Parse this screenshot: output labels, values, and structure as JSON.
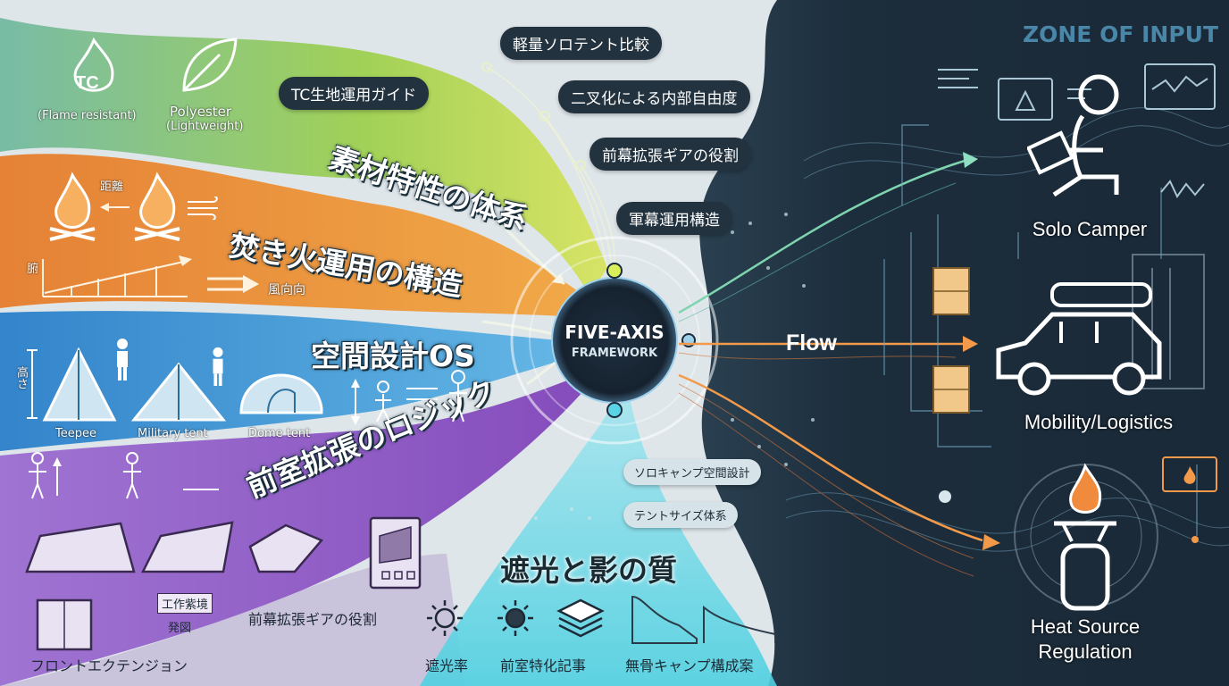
{
  "header": {
    "zone_title": "ZONE OF INPUT"
  },
  "center": {
    "title_line1": "FIVE-AXIS",
    "title_line2": "FRAMEWORK",
    "flow_label": "Flow"
  },
  "axes": [
    {
      "label": "素材特性の体系"
    },
    {
      "label": "焚き火運用の構造"
    },
    {
      "label": "空間設計OS"
    },
    {
      "label": "前室拡張のロジック"
    },
    {
      "label": "遮光と影の質"
    }
  ],
  "pills_top": [
    {
      "text": "軽量ソロテント比較"
    },
    {
      "text": "TC生地運用ガイド"
    },
    {
      "text": "二叉化による内部自由度"
    },
    {
      "text": "前幕拡張ギアの役割"
    },
    {
      "text": "軍幕運用構造"
    }
  ],
  "pills_bottom": [
    {
      "text": "ソロキャンプ空間設計"
    },
    {
      "text": "テントサイズ体系"
    }
  ],
  "materials": {
    "tc": {
      "icon_text": "TC",
      "caption": "(Flame resistant)"
    },
    "poly": {
      "line1": "Polyester",
      "line2": "(Lightweight)"
    }
  },
  "fire": {
    "distance": "距離",
    "wind": "風向向",
    "axis_note": "腑"
  },
  "tents": {
    "height": "高さ",
    "teepee": "Teepee",
    "military": "Military tent",
    "dome": "Dome tent"
  },
  "vestibule": {
    "work": "工作紫境",
    "diagram": "発図",
    "gear": "前幕拡張ギアの役割",
    "front": "フロントエクテンジョン"
  },
  "shade": {
    "rate": "遮光率",
    "article": "前室特化記事",
    "plan": "無骨キャンプ構成案"
  },
  "outputs": {
    "solo": "Solo Camper",
    "mobility": "Mobility/Logistics",
    "heat_line1": "Heat Source",
    "heat_line2": "Regulation"
  },
  "icons": [
    "flame-icon",
    "leaf-icon",
    "campfire-icon",
    "wind-icon",
    "teepee-icon",
    "tent-icon",
    "dome-icon",
    "person-icon",
    "sun-icon",
    "layers-icon",
    "laptop-person-icon",
    "car-icon",
    "stove-icon",
    "box-icon"
  ],
  "colors": {
    "green": "#8fc94a",
    "orange": "#e8842a",
    "blue": "#2f8fd3",
    "purple": "#8b4fc4",
    "cyan": "#3fc4d9",
    "navy": "#1c2b3a"
  }
}
